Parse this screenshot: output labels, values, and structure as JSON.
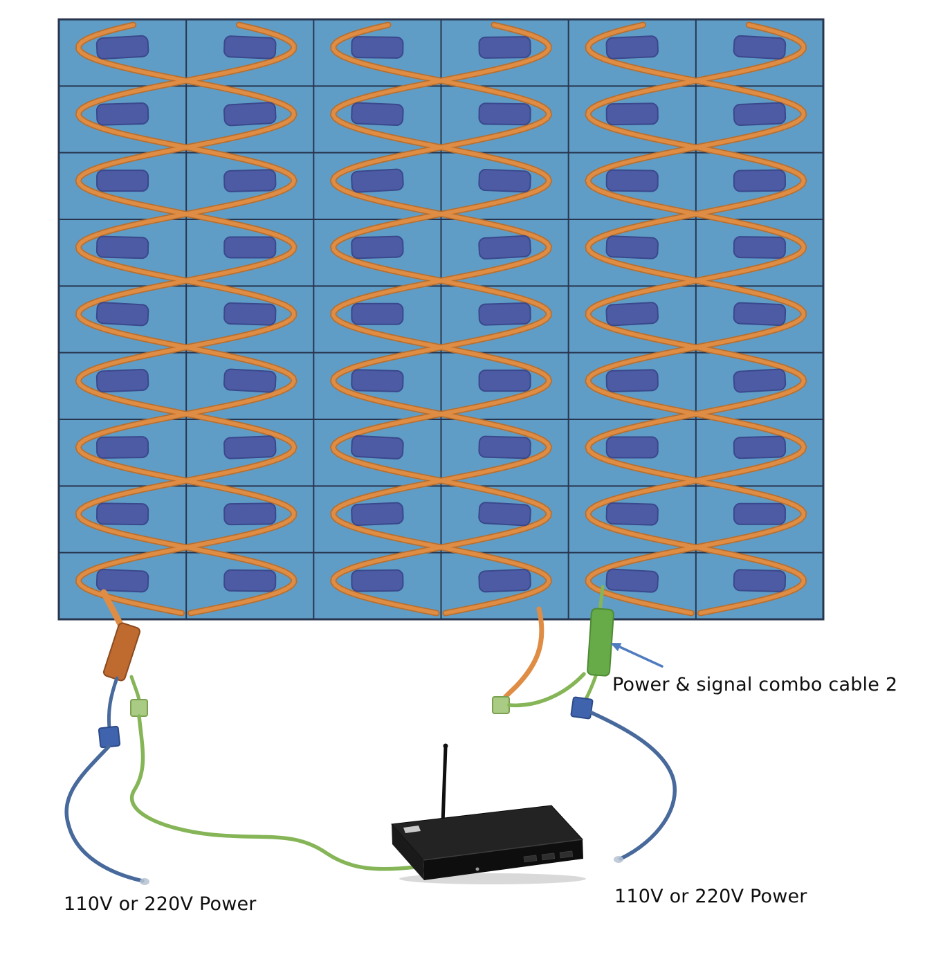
{
  "labels": {
    "combo_cable": "Power & signal combo cable 2",
    "power_left": "110V or 220V Power",
    "power_right": "110V or 220V Power"
  },
  "grid": {
    "columns": 6,
    "rows": 9,
    "module_count": 54,
    "cable_chains": 3
  },
  "colors": {
    "panel": "#5f9dc7",
    "panel_border": "#28354e",
    "module": "#4c5ba3",
    "module_dark": "#3a488c",
    "cable_orange": "#df8d45",
    "cable_orange_dark": "#b76f2f",
    "cable_green": "#85b557",
    "cable_blue": "#48699b",
    "connector_orange": "#bf6a2e",
    "connector_green": "#67ab49",
    "connector_green_light": "#a9cb83",
    "connector_blue": "#3f63ad",
    "player_black": "#141414",
    "arrow_blue": "#4f7cc0",
    "text": "#0e0e0e"
  }
}
